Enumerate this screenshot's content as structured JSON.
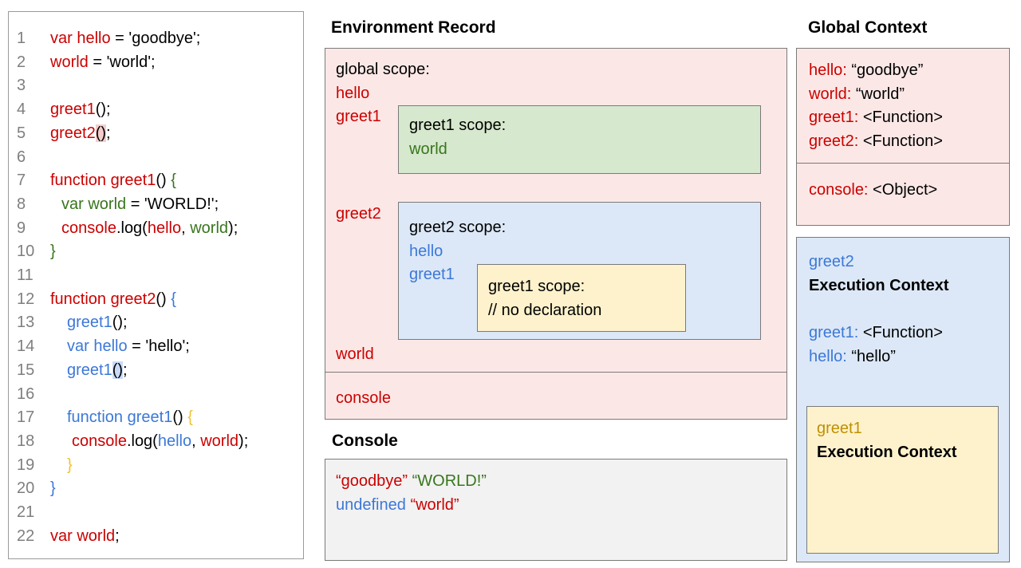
{
  "colors": {
    "red_text": "#cc0000",
    "green_text": "#38761d",
    "blue_text": "#3c78d8",
    "yellow_brace": "#f1c232",
    "gold_text": "#bf9000",
    "line_number_gray": "#7f7f7f",
    "pink_bg": "#fbe8e6",
    "green_bg": "#d6e8cd",
    "blue_bg": "#dce8f7",
    "yellow_bg": "#fdf2cc",
    "console_gray_bg": "#f2f2f2",
    "box_border": "#7a7a7a",
    "highlight_pink": "#f4cccc",
    "highlight_blue": "#c9daf8"
  },
  "code_panel": {
    "lines": [
      {
        "n": 1,
        "ind": 0,
        "seg": [
          {
            "t": "var hello",
            "c": "red"
          },
          {
            "t": " = 'goodbye';",
            "c": "k"
          }
        ]
      },
      {
        "n": 2,
        "ind": 0,
        "seg": [
          {
            "t": "world",
            "c": "red"
          },
          {
            "t": " = 'world';",
            "c": "k"
          }
        ]
      },
      {
        "n": 3,
        "ind": 0,
        "seg": []
      },
      {
        "n": 4,
        "ind": 0,
        "seg": [
          {
            "t": "greet1",
            "c": "red"
          },
          {
            "t": "();",
            "c": "k"
          }
        ]
      },
      {
        "n": 5,
        "ind": 0,
        "seg": [
          {
            "t": "greet2",
            "c": "red"
          },
          {
            "t": "()",
            "c": "k",
            "hl": "p"
          },
          {
            "t": ";",
            "c": "k"
          }
        ]
      },
      {
        "n": 6,
        "ind": 0,
        "seg": []
      },
      {
        "n": 7,
        "ind": 0,
        "seg": [
          {
            "t": "function greet1",
            "c": "red"
          },
          {
            "t": "() ",
            "c": "k"
          },
          {
            "t": "{",
            "c": "green"
          }
        ]
      },
      {
        "n": 8,
        "ind": 1,
        "seg": [
          {
            "t": "var world",
            "c": "green"
          },
          {
            "t": " = 'WORLD!';",
            "c": "k"
          }
        ]
      },
      {
        "n": 9,
        "ind": 1,
        "seg": [
          {
            "t": "console",
            "c": "red"
          },
          {
            "t": ".log(",
            "c": "k"
          },
          {
            "t": "hello",
            "c": "red"
          },
          {
            "t": ", ",
            "c": "k"
          },
          {
            "t": "world",
            "c": "green"
          },
          {
            "t": ");",
            "c": "k"
          }
        ]
      },
      {
        "n": 10,
        "ind": 0,
        "seg": [
          {
            "t": "}",
            "c": "green"
          }
        ]
      },
      {
        "n": 11,
        "ind": 0,
        "seg": []
      },
      {
        "n": 12,
        "ind": 0,
        "seg": [
          {
            "t": "function greet2",
            "c": "red"
          },
          {
            "t": "() ",
            "c": "k"
          },
          {
            "t": "{",
            "c": "blue"
          }
        ]
      },
      {
        "n": 13,
        "ind": 2,
        "seg": [
          {
            "t": "greet1",
            "c": "blue"
          },
          {
            "t": "();",
            "c": "k"
          }
        ]
      },
      {
        "n": 14,
        "ind": 2,
        "seg": [
          {
            "t": "var hello",
            "c": "blue"
          },
          {
            "t": " = 'hello';",
            "c": "k"
          }
        ]
      },
      {
        "n": 15,
        "ind": 2,
        "seg": [
          {
            "t": "greet1",
            "c": "blue"
          },
          {
            "t": "()",
            "c": "k",
            "hl": "b"
          },
          {
            "t": ";",
            "c": "k"
          }
        ]
      },
      {
        "n": 16,
        "ind": 0,
        "seg": []
      },
      {
        "n": 17,
        "ind": 2,
        "seg": [
          {
            "t": "function greet1",
            "c": "blue"
          },
          {
            "t": "() ",
            "c": "k"
          },
          {
            "t": "{",
            "c": "yellow"
          }
        ]
      },
      {
        "n": 18,
        "ind": 3,
        "seg": [
          {
            "t": "console",
            "c": "red"
          },
          {
            "t": ".log(",
            "c": "k"
          },
          {
            "t": "hello",
            "c": "blue"
          },
          {
            "t": ", ",
            "c": "k"
          },
          {
            "t": "world",
            "c": "red"
          },
          {
            "t": ");",
            "c": "k"
          }
        ]
      },
      {
        "n": 19,
        "ind": 2,
        "seg": [
          {
            "t": "}",
            "c": "yellow"
          }
        ]
      },
      {
        "n": 20,
        "ind": 0,
        "seg": [
          {
            "t": "}",
            "c": "blue"
          }
        ]
      },
      {
        "n": 21,
        "ind": 0,
        "seg": []
      },
      {
        "n": 22,
        "ind": 0,
        "seg": [
          {
            "t": "var world",
            "c": "red"
          },
          {
            "t": ";",
            "c": "k"
          }
        ]
      }
    ]
  },
  "env_record": {
    "title": "Environment Record",
    "global_scope_label": "global scope:",
    "var_hello": "hello",
    "var_greet1": "greet1",
    "var_greet2": "greet2",
    "var_world": "world",
    "var_console": "console",
    "greet1_scope": {
      "title": "greet1 scope:",
      "var_world": "world"
    },
    "greet2_scope": {
      "title": "greet2 scope:",
      "var_hello": "hello",
      "var_greet1": "greet1",
      "greet1_scope": {
        "title": "greet1 scope:",
        "comment": "// no declaration"
      }
    }
  },
  "console_panel": {
    "title": "Console",
    "lines": [
      {
        "seg": [
          {
            "t": "“goodbye”",
            "c": "red"
          },
          {
            "t": " ",
            "c": "k"
          },
          {
            "t": "“WORLD!”",
            "c": "green"
          }
        ]
      },
      {
        "seg": [
          {
            "t": "undefined",
            "c": "blue"
          },
          {
            "t": " ",
            "c": "k"
          },
          {
            "t": "“world”",
            "c": "red"
          }
        ]
      }
    ]
  },
  "global_context": {
    "title": "Global Context",
    "entries": [
      {
        "key": "hello:",
        "value": " “goodbye”"
      },
      {
        "key": "world:",
        "value": " “world”"
      },
      {
        "key": "greet1:",
        "value": " <Function>"
      },
      {
        "key": "greet2:",
        "value": " <Function>"
      }
    ],
    "console_entry": {
      "key": "console:",
      "value": " <Object>"
    }
  },
  "greet2_execution_context": {
    "name": "greet2",
    "label": "Execution Context",
    "entries": [
      {
        "key": "greet1:",
        "value": " <Function>"
      },
      {
        "key": "hello:",
        "value": " “hello”"
      }
    ],
    "greet1_execution_context": {
      "name": "greet1",
      "label": "Execution Context"
    }
  }
}
